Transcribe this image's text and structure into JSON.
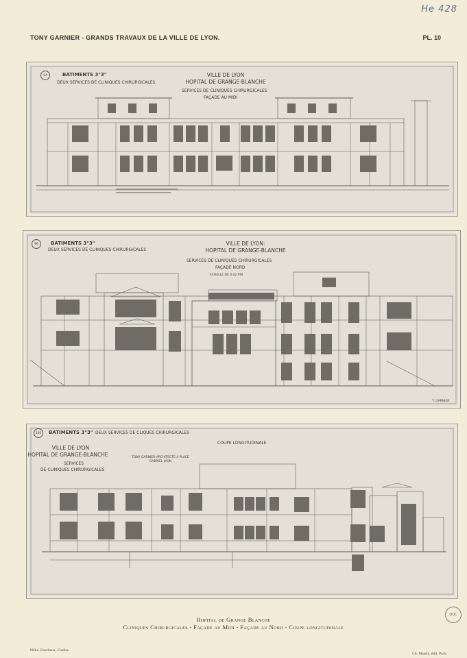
{
  "margin_mark": "He 428",
  "header": {
    "title": "TONY GARNIER - GRANDS TRAVAUX DE LA VILLE DE LYON.",
    "plate_number": "PL. 10"
  },
  "plates": [
    {
      "number": "94",
      "building": "BATIMENTS 3\"3\"",
      "subtitle": "DEUX SERVICES DE CLINIQUES CHIRURGICALES",
      "city": "VILLE DE LYON",
      "hospital": "HOPITAL DE GRANGE-BLANCHE",
      "service": "SERVICES DE CLINIQUES CHIRURGICALES",
      "view": "FAÇADE AU MIDI"
    },
    {
      "number": "96",
      "building": "BATIMENTS 3\"3\"",
      "subtitle": "DEUX SERVICES DE CLINIQUES CHIRURGICALES",
      "city": "VILLE DE LYON:",
      "hospital": "HOPITAL DE GRANGE-BLANCHE",
      "service": "SERVICES DE CLINIQUES CHIRURGICALES",
      "view": "FAÇADE NORD",
      "scale": "ECHELLE DE 0.02 P.M.",
      "signature": "T. GARNIER"
    },
    {
      "number": "102",
      "building": "BATIMENTS 3\"3\"",
      "subtitle": "DEUX SERVICES DE CLIQUES CHIRURGICALES",
      "city": "VILLE DE LYON",
      "hospital": "HOPITAL DE GRANGE-BLANCHE",
      "service_line1": "SERVICES",
      "service_line2": "DE CLINIQUES CHIRURGICALES",
      "view": "COUPE LONGITUDINALE",
      "architect": "TONY GARNIER ARCHITECTE 4 PLACE GABRIEL LYON"
    }
  ],
  "caption": {
    "line1": "Hopital de Grange Blanche",
    "line2": "Cliniques Chirurgicales - Façade au Midi - Façade au Nord - Coupe longitudinale"
  },
  "stamp_text": "DOC",
  "footer": {
    "printer": "Hélio. Fouchaux, Chelles",
    "publisher": "Ch. Massin, édit. Paris"
  }
}
